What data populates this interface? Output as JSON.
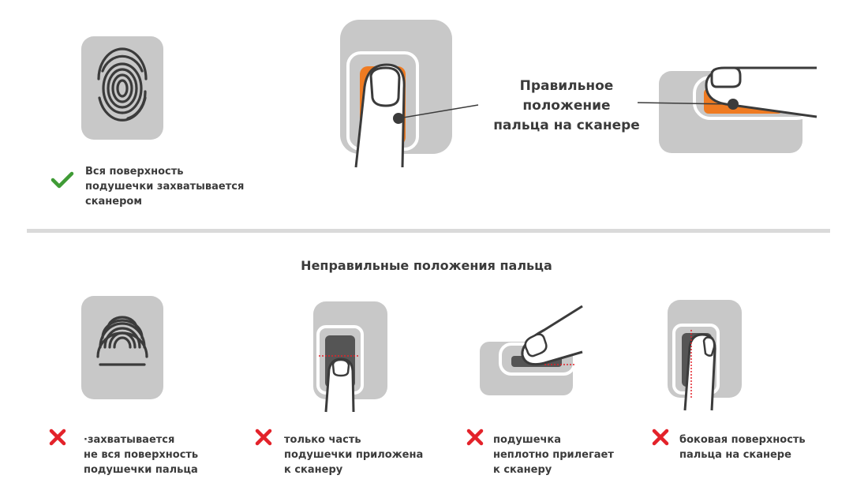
{
  "colors": {
    "panel": "#c8c8c8",
    "panel_light": "#d4d4d4",
    "accent_orange": "#ef7b22",
    "ok_green": "#3f9b35",
    "err_red": "#e3222a",
    "line": "#3b3b3b",
    "divider": "#dadada"
  },
  "correct": {
    "icon": "checkmark-icon",
    "caption": "Вся поверхность\nподушечки захватывается\nсканером",
    "callout": "Правильное\nположение\nпальца на сканере"
  },
  "incorrect": {
    "title": "Неправильные положения пальца",
    "items": [
      {
        "icon": "cross-icon",
        "caption": "·захватывается\nне вся поверхность\nподушечки пальца"
      },
      {
        "icon": "cross-icon",
        "caption": "только часть\nподушечки приложена\nк сканеру"
      },
      {
        "icon": "cross-icon",
        "caption": "подушечка\n неплотно прилегает\nк сканеру"
      },
      {
        "icon": "cross-icon",
        "caption": "боковая поверхность\nпальца на сканере"
      }
    ]
  }
}
